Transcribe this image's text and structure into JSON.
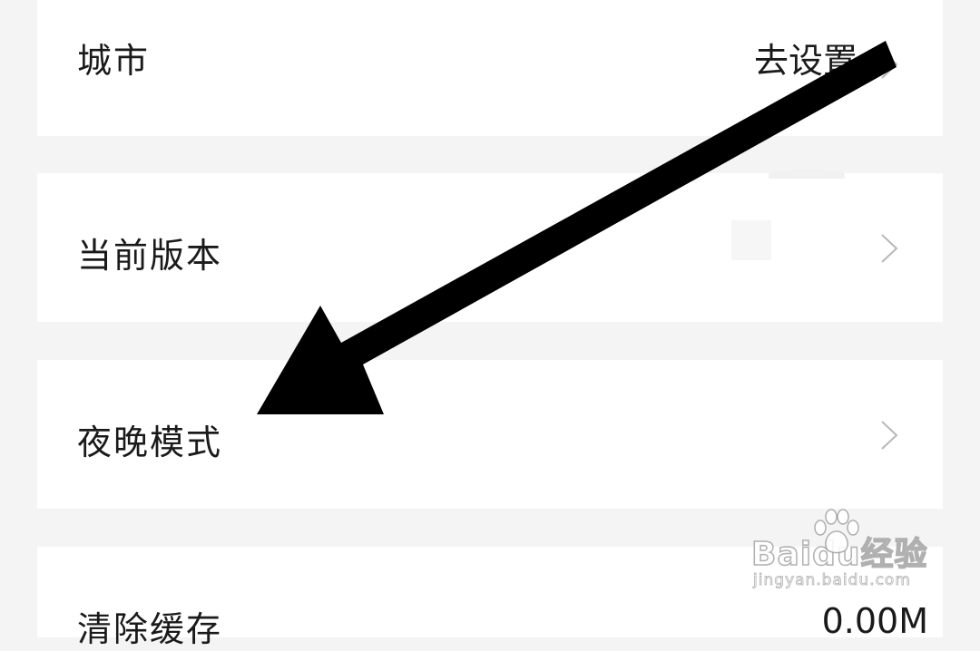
{
  "settings": {
    "rows": [
      {
        "label": "城市",
        "value": "去设置",
        "icon": "chevron-right-icon"
      },
      {
        "label": "当前版本",
        "value": "",
        "icon": "chevron-right-icon"
      },
      {
        "label": "夜晚模式",
        "value": "",
        "icon": "chevron-right-icon"
      },
      {
        "label": "清除缓存",
        "value": "0.00M"
      }
    ]
  },
  "annotation": {
    "icon": "black-arrow-icon",
    "color": "#000000"
  },
  "watermark": {
    "brand": "Baidu经验",
    "url": "jingyan.baidu.com",
    "icon": "baidu-paw-icon"
  },
  "colors": {
    "background": "#f4f4f4",
    "card": "#ffffff",
    "text": "#1a1a1a",
    "chevron": "#b8b8b8"
  }
}
